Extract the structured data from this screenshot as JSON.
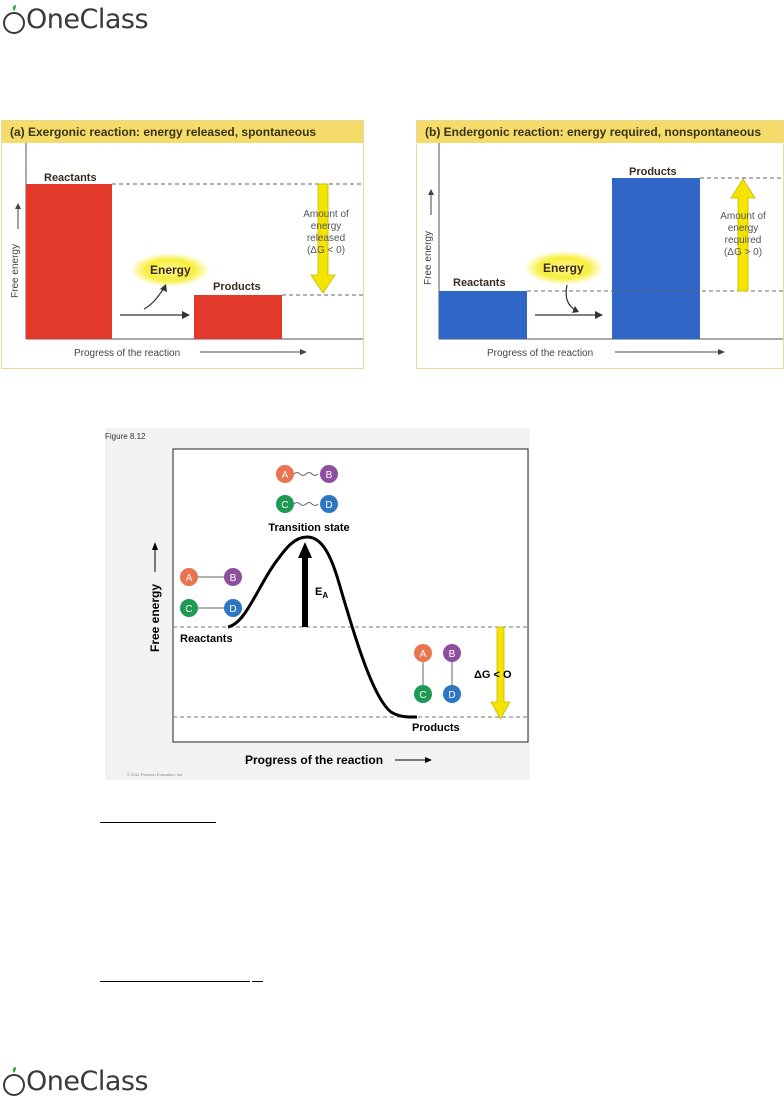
{
  "header": {
    "brand": "OneClass"
  },
  "footer": {
    "brand": "OneClass"
  },
  "panel_a": {
    "title": "(a) Exergonic reaction: energy released, spontaneous",
    "reactants": "Reactants",
    "products": "Products",
    "energy": "Energy",
    "ylabel": "Free energy",
    "xlabel": "Progress of the reaction",
    "amount_line1": "Amount of",
    "amount_line2": "energy",
    "amount_line3": "released",
    "amount_line4": "(ΔG < 0)",
    "bar_color": "#e2392b"
  },
  "panel_b": {
    "title": "(b) Endergonic reaction: energy required, nonspontaneous",
    "reactants": "Reactants",
    "products": "Products",
    "energy": "Energy",
    "ylabel": "Free energy",
    "xlabel": "Progress of the reaction",
    "amount_line1": "Amount of",
    "amount_line2": "energy",
    "amount_line3": "required",
    "amount_line4": "(ΔG > 0)",
    "bar_color": "#2f66c8"
  },
  "figure": {
    "label": "Figure 8.12",
    "transition": "Transition state",
    "reactants": "Reactants",
    "products": "Products",
    "ylabel": "Free energy",
    "xlabel": "Progress of the reaction",
    "ea_main": "E",
    "ea_sub": "A",
    "dg_label": "ΔG < O",
    "copyright": "© 2011 Pearson Education, Inc.",
    "atoms": {
      "a": "A",
      "b": "B",
      "c": "C",
      "d": "D"
    },
    "atom_colors": {
      "a": "#e9744f",
      "b": "#8e4f9e",
      "c": "#1e9a55",
      "d": "#2d77c2"
    },
    "arrow_color": "#f5e400"
  }
}
